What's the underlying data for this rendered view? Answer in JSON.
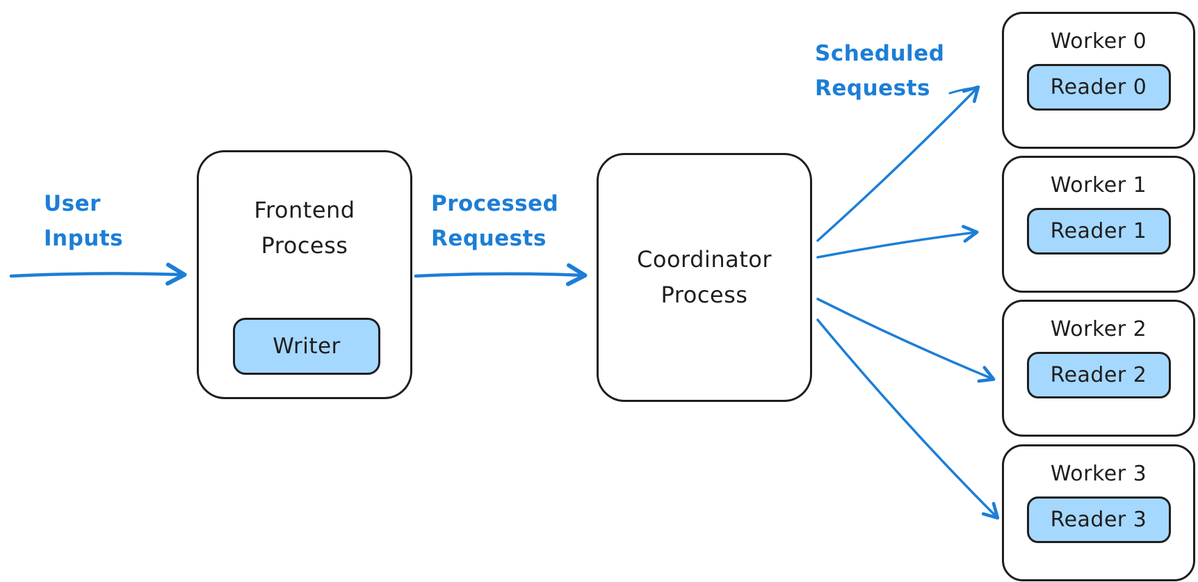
{
  "colors": {
    "accent": "#1c7ed6",
    "node_fill": "#a5d8ff",
    "stroke": "#1e1e1e",
    "background": "#ffffff"
  },
  "labels": {
    "user_inputs": "User\nInputs",
    "processed_requests": "Processed\nRequests",
    "scheduled_requests": "Scheduled\nRequests"
  },
  "nodes": {
    "frontend": {
      "title": "Frontend\nProcess",
      "child": "Writer"
    },
    "coordinator": {
      "title": "Coordinator\nProcess"
    },
    "workers": [
      {
        "title": "Worker 0",
        "child": "Reader 0"
      },
      {
        "title": "Worker 1",
        "child": "Reader 1"
      },
      {
        "title": "Worker 2",
        "child": "Reader 2"
      },
      {
        "title": "Worker 3",
        "child": "Reader 3"
      }
    ]
  }
}
